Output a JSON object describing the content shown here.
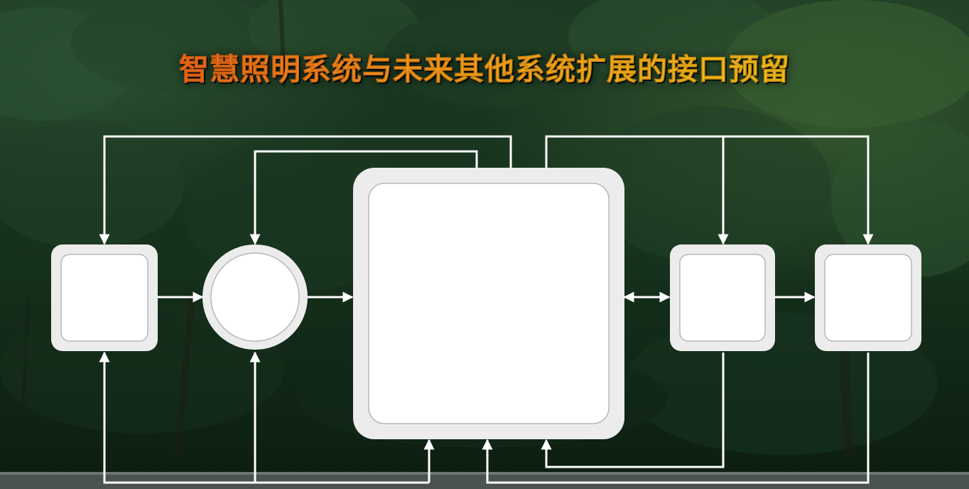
{
  "title": "智慧照明系统与未来其他系统扩展的接口预留",
  "colors": {
    "connector": "#ffffff",
    "node_fill": "#ffffff",
    "node_rim": "#ebebeb",
    "node_inner_border": "#b8b8b8",
    "title_gradient_start": "#ff4a1c",
    "title_gradient_end": "#ffe024",
    "background": "#14301c"
  },
  "diagram": {
    "nodes": [
      {
        "id": "left-box",
        "shape": "rounded-square",
        "label": ""
      },
      {
        "id": "circle-node",
        "shape": "circle",
        "label": ""
      },
      {
        "id": "central-hub",
        "shape": "rounded-square",
        "label": ""
      },
      {
        "id": "right-box-1",
        "shape": "rounded-square",
        "label": ""
      },
      {
        "id": "right-box-2",
        "shape": "rounded-square",
        "label": ""
      }
    ],
    "edges": [
      {
        "from": "left-box",
        "to": "circle-node"
      },
      {
        "from": "circle-node",
        "to": "central-hub"
      },
      {
        "from": "central-hub",
        "to": "right-box-1",
        "bidirectional": true
      },
      {
        "from": "right-box-1",
        "to": "right-box-2"
      },
      {
        "from": "central-hub",
        "to": "left-box",
        "route": "top"
      },
      {
        "from": "central-hub",
        "to": "circle-node",
        "route": "top"
      },
      {
        "from": "central-hub",
        "to": "right-box-1",
        "route": "top"
      },
      {
        "from": "central-hub",
        "to": "right-box-2",
        "route": "top"
      },
      {
        "from": "bottom-bus",
        "to": "left-box"
      },
      {
        "from": "bottom-bus",
        "to": "circle-node"
      },
      {
        "from": "bottom-bus",
        "to": "central-hub"
      },
      {
        "from": "right-box-2",
        "to": "central-hub",
        "route": "bottom"
      },
      {
        "from": "right-box-1",
        "to": "central-hub",
        "route": "bottom"
      }
    ]
  }
}
